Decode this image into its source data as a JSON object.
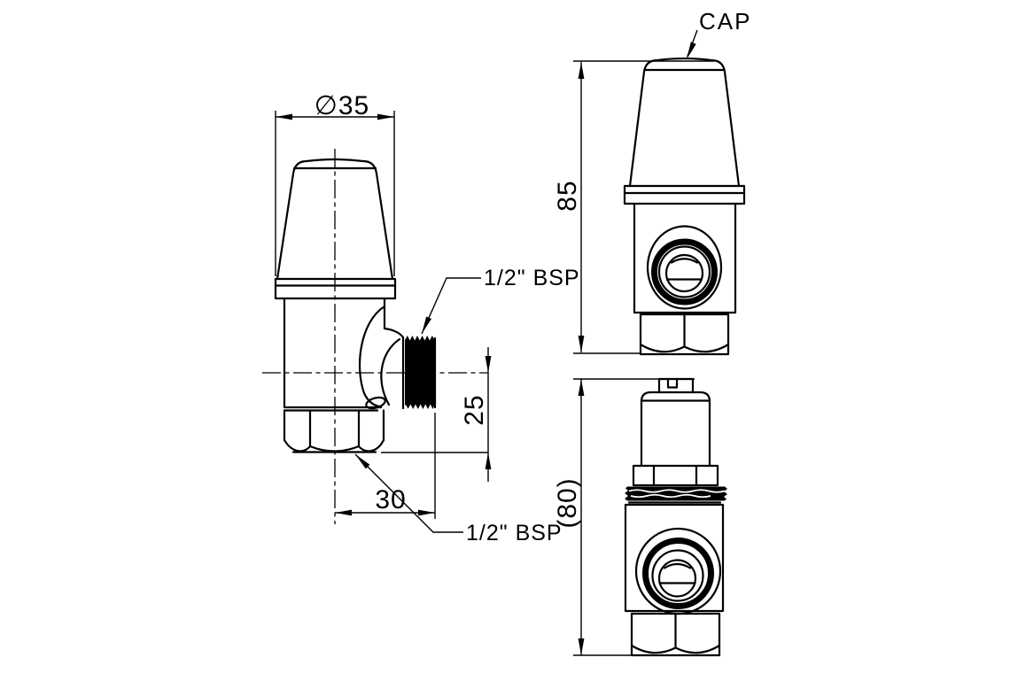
{
  "colors": {
    "background": "#ffffff",
    "line": "#000000"
  },
  "views": {
    "side_view": {
      "dim_cap_diameter": "∅35",
      "label_outlet_thread": "1/2\" BSP",
      "label_inlet_thread": "1/2\" BSP",
      "dim_outlet_axis_to_base": "25",
      "dim_axis_to_outlet_end": "30"
    },
    "front_view_capped": {
      "label_cap": "CAP",
      "dim_overall_height": "85"
    },
    "front_view_cap_removed": {
      "dim_height_cap_removed": "(80)"
    }
  }
}
